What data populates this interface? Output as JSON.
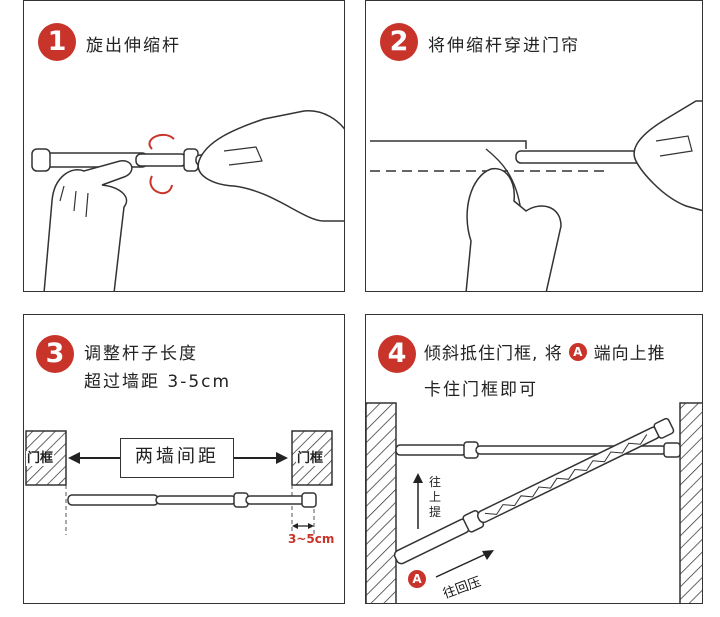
{
  "steps": [
    {
      "number": "1",
      "text": "旋出伸缩杆"
    },
    {
      "number": "2",
      "text": "将伸缩杆穿进门帘"
    },
    {
      "number": "3",
      "line1": "调整杆子长度",
      "line2": "超过墙距 3-5cm",
      "frame_label": "门框",
      "gap_label": "两墙间距",
      "extra_label": "3~5cm"
    },
    {
      "number": "4",
      "line1_before": "倾斜抵住门框, 将",
      "badge": "A",
      "line1_after": "端向上推",
      "line2": "卡住门框即可",
      "up_label": "往上提",
      "press_label": "往回压"
    }
  ],
  "colors": {
    "accent": "#c8332a",
    "line": "#333333"
  }
}
